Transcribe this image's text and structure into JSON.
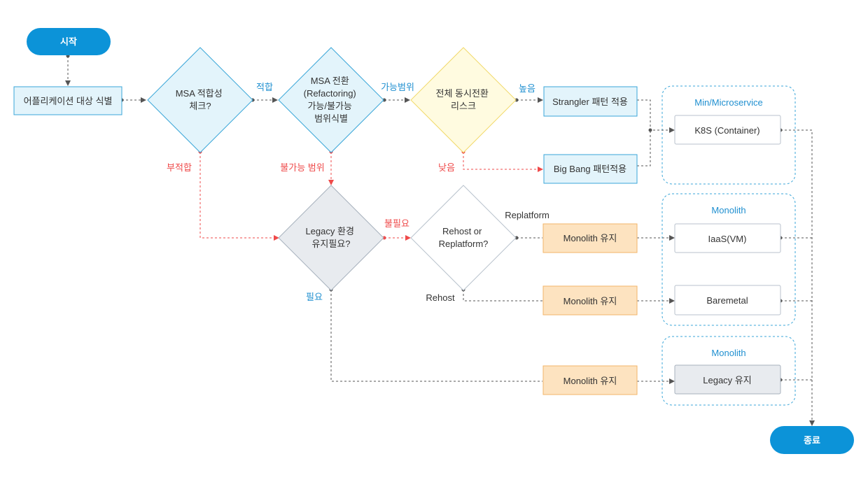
{
  "colors": {
    "pill": "#0c93d8",
    "blue_fill": "#e3f4fb",
    "blue_stroke": "#3aa6d8",
    "yellow_fill": "#fffbe0",
    "yellow_stroke": "#f1d96a",
    "gray_fill": "#e8ebef",
    "gray_stroke": "#a7b1bd",
    "white_stroke": "#b8c2cc",
    "orange_fill": "#fde3c0",
    "orange_stroke": "#f2b46a",
    "edge_dark": "#555555",
    "edge_red": "#ef4a4a",
    "label_blue": "#1f8fd0",
    "label_red": "#ef4a4a",
    "label_gray": "#333333"
  },
  "nodes": {
    "start": "시작",
    "app": "어플리케이션 대상 식별",
    "msa_check": [
      "MSA 적합성",
      "체크?"
    ],
    "msa_convert": [
      "MSA 전환",
      "(Refactoring)",
      "가능/불가능",
      "범위식별"
    ],
    "risk": [
      "전체 동시전환",
      "리스크"
    ],
    "strangler": "Strangler 패턴 적용",
    "bigbang": "Big Bang 패턴적용",
    "legacy_check": [
      "Legacy 환경",
      "유지필요?"
    ],
    "rehost_check": [
      "Rehost or",
      "Replatform?"
    ],
    "monolith1": "Monolith 유지",
    "monolith2": "Monolith 유지",
    "monolith3": "Monolith 유지",
    "k8s": "K8S (Container)",
    "iaas": "IaaS(VM)",
    "baremetal": "Baremetal",
    "legacy_keep": "Legacy 유지",
    "end": "종료"
  },
  "groups": {
    "micro": "Min/Microservice",
    "mono1": "Monolith",
    "mono2": "Monolith"
  },
  "edge_labels": {
    "fit": "적합",
    "possible": "가능범위",
    "high": "높음",
    "unfit": "부적합",
    "impossible": "불가능 범위",
    "low": "낮음",
    "not_needed": "불필요",
    "replatform": "Replatform",
    "rehost": "Rehost",
    "needed": "필요"
  }
}
